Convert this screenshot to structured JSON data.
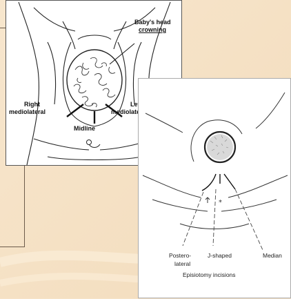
{
  "figure_1": {
    "label_babys_head": "Baby's head",
    "label_crowning": "crowning",
    "label_right": "Right",
    "label_right_2": "mediolateral",
    "label_left": "Left",
    "label_left_2": "mediolateral",
    "label_midline": "Midline"
  },
  "figure_2": {
    "label_postero": "Postero-",
    "label_lateral": "lateral",
    "label_j_shaped": "J-shaped",
    "label_median": "Median",
    "caption": "Episiotomy incisions"
  },
  "colors": {
    "background": "#f6e3c8",
    "line": "#222222"
  }
}
